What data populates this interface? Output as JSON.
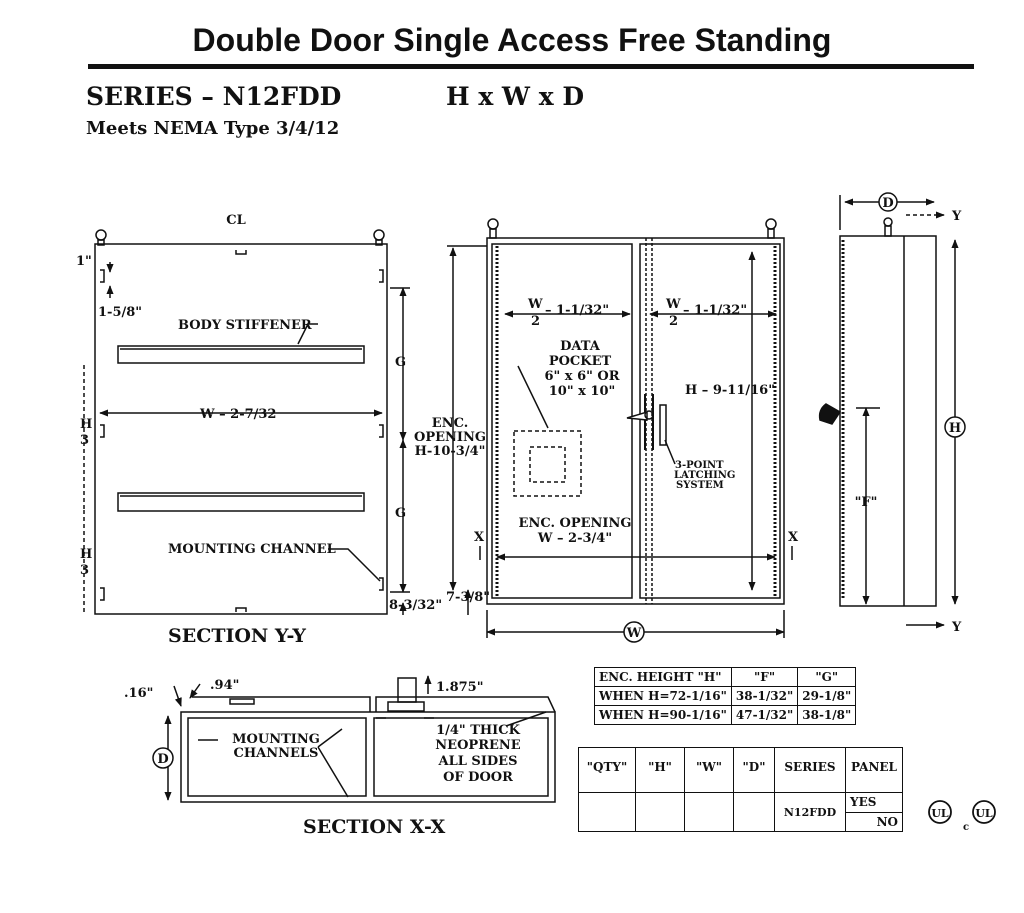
{
  "page": {
    "title": "Double Door Single Access Free Standing",
    "series": "SERIES – N12FDD",
    "dims": "H x W x D",
    "nema": "Meets NEMA Type 3/4/12"
  },
  "section_yy": {
    "label": "SECTION  Y-Y",
    "cl": "CL",
    "dim_1": "1\"",
    "dim_158": "1-5/8\"",
    "body_stiffener": "BODY STIFFENER",
    "g": "G",
    "h3": "H",
    "h3_den": "3",
    "w_dim": "W – 2-7/32",
    "mounting_channel": "MOUNTING CHANNEL",
    "dim_bottom": "8-3/32\""
  },
  "front": {
    "w_half_num": "W",
    "w_half_den": "2",
    "w_half_suffix": "– 1-1/32\"",
    "data_pocket": [
      "DATA",
      "POCKET",
      "6\" x 6\" OR",
      "10\" x 10\""
    ],
    "enc_opening_h": [
      "ENC.",
      "OPENING",
      "H-10-3/4\""
    ],
    "h_dim": "H  – 9-11/16\"",
    "latch": [
      "3-POINT",
      "LATCHING",
      "SYSTEM"
    ],
    "enc_opening_w": [
      "ENC. OPENING",
      "W – 2-3/4\""
    ],
    "x": "X",
    "dim_738": "7-3/8\"",
    "w": "W"
  },
  "side": {
    "d": "D",
    "y": "Y",
    "h": "H",
    "f": "\"F\""
  },
  "section_xx": {
    "label": "SECTION  X-X",
    "dim_16": ".16\"",
    "dim_94": ".94\"",
    "dim_1875": "1.875\"",
    "d": "D",
    "mounting_channels": [
      "MOUNTING",
      "CHANNELS"
    ],
    "neoprene": [
      "1/4\" THICK",
      "NEOPRENE",
      "ALL SIDES",
      "OF DOOR"
    ]
  },
  "table_height": {
    "header": [
      "ENC.  HEIGHT  \"H\"",
      "\"F\"",
      "\"G\""
    ],
    "rows": [
      [
        "WHEN H=72-1/16\"",
        "38-1/32\"",
        "29-1/8\""
      ],
      [
        "WHEN H=90-1/16\"",
        "47-1/32\"",
        "38-1/8\""
      ]
    ]
  },
  "table_order": {
    "header": [
      "\"QTY\"",
      "\"H\"",
      "\"W\"",
      "\"D\"",
      "SERIES",
      "PANEL"
    ],
    "series_value": "N12FDD",
    "panel_options": [
      "YES",
      "NO"
    ]
  },
  "cert": {
    "ul": "UL",
    "c": "c"
  }
}
